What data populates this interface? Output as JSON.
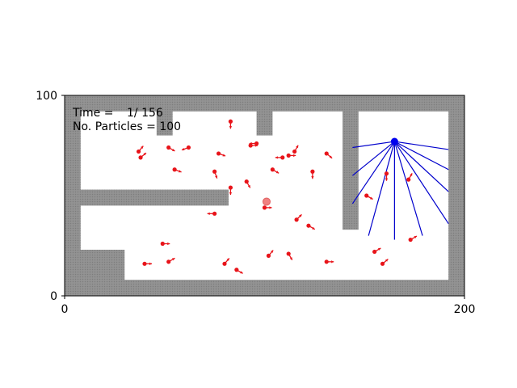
{
  "chart_data": {
    "type": "scatter",
    "xlim": [
      0,
      200
    ],
    "ylim": [
      0,
      100
    ],
    "x_ticks": [
      "0",
      "200"
    ],
    "y_ticks": [
      "0",
      "100"
    ],
    "grid": false,
    "info": {
      "time_label": "Time =",
      "time_value": "1/ 156",
      "particles_label": "No. Particles = 100"
    },
    "colors": {
      "wall": "#8c8c8c",
      "floor": "#ffffff",
      "particle": "#e8141a",
      "estimate": "#f08080",
      "robot": "#0000ee",
      "beam": "#0000cc"
    },
    "map_walls": [
      {
        "x": 0,
        "y": 0,
        "w": 200,
        "h": 8
      },
      {
        "x": 0,
        "y": 92,
        "w": 200,
        "h": 8
      },
      {
        "x": 0,
        "y": 0,
        "w": 8,
        "h": 100
      },
      {
        "x": 192,
        "y": 0,
        "w": 8,
        "h": 100
      },
      {
        "x": 0,
        "y": 45,
        "w": 82,
        "h": 8
      },
      {
        "x": 0,
        "y": 0,
        "w": 30,
        "h": 23
      },
      {
        "x": 46,
        "y": 80,
        "w": 8,
        "h": 20
      },
      {
        "x": 96,
        "y": 80,
        "w": 8,
        "h": 20
      },
      {
        "x": 139,
        "y": 33,
        "w": 8,
        "h": 67
      }
    ],
    "robot": {
      "x": 165,
      "y": 77
    },
    "laser_endpoints": [
      [
        144,
        74
      ],
      [
        144,
        60
      ],
      [
        144,
        46
      ],
      [
        152,
        30
      ],
      [
        165,
        28
      ],
      [
        179,
        30
      ],
      [
        192,
        36
      ],
      [
        192,
        52
      ],
      [
        192,
        63
      ],
      [
        192,
        73
      ]
    ],
    "estimate": {
      "x": 101,
      "y": 47
    },
    "particles": [
      {
        "x": 83,
        "y": 87,
        "a": 270
      },
      {
        "x": 93,
        "y": 75,
        "a": 0
      },
      {
        "x": 62,
        "y": 74,
        "a": 200
      },
      {
        "x": 37,
        "y": 72,
        "a": 50
      },
      {
        "x": 38,
        "y": 69,
        "a": 40
      },
      {
        "x": 52,
        "y": 74,
        "a": 330
      },
      {
        "x": 77,
        "y": 71,
        "a": 340
      },
      {
        "x": 112,
        "y": 70,
        "a": 0
      },
      {
        "x": 115,
        "y": 72,
        "a": 60
      },
      {
        "x": 131,
        "y": 71,
        "a": 320
      },
      {
        "x": 96,
        "y": 76,
        "a": 180
      },
      {
        "x": 55,
        "y": 63,
        "a": 340
      },
      {
        "x": 75,
        "y": 62,
        "a": 290
      },
      {
        "x": 104,
        "y": 63,
        "a": 330
      },
      {
        "x": 124,
        "y": 62,
        "a": 270
      },
      {
        "x": 91,
        "y": 57,
        "a": 300
      },
      {
        "x": 83,
        "y": 54,
        "a": 270
      },
      {
        "x": 109,
        "y": 69,
        "a": 180
      },
      {
        "x": 161,
        "y": 61,
        "a": 270
      },
      {
        "x": 172,
        "y": 58,
        "a": 60
      },
      {
        "x": 151,
        "y": 50,
        "a": 330
      },
      {
        "x": 100,
        "y": 44,
        "a": 0
      },
      {
        "x": 75,
        "y": 41,
        "a": 180
      },
      {
        "x": 116,
        "y": 38,
        "a": 45
      },
      {
        "x": 122,
        "y": 35,
        "a": 330
      },
      {
        "x": 49,
        "y": 26,
        "a": 0
      },
      {
        "x": 102,
        "y": 20,
        "a": 50
      },
      {
        "x": 112,
        "y": 21,
        "a": 300
      },
      {
        "x": 131,
        "y": 17,
        "a": 0
      },
      {
        "x": 40,
        "y": 16,
        "a": 0
      },
      {
        "x": 52,
        "y": 17,
        "a": 30
      },
      {
        "x": 80,
        "y": 16,
        "a": 50
      },
      {
        "x": 86,
        "y": 13,
        "a": 330
      },
      {
        "x": 155,
        "y": 22,
        "a": 30
      },
      {
        "x": 159,
        "y": 16,
        "a": 40
      },
      {
        "x": 173,
        "y": 28,
        "a": 30
      }
    ]
  }
}
